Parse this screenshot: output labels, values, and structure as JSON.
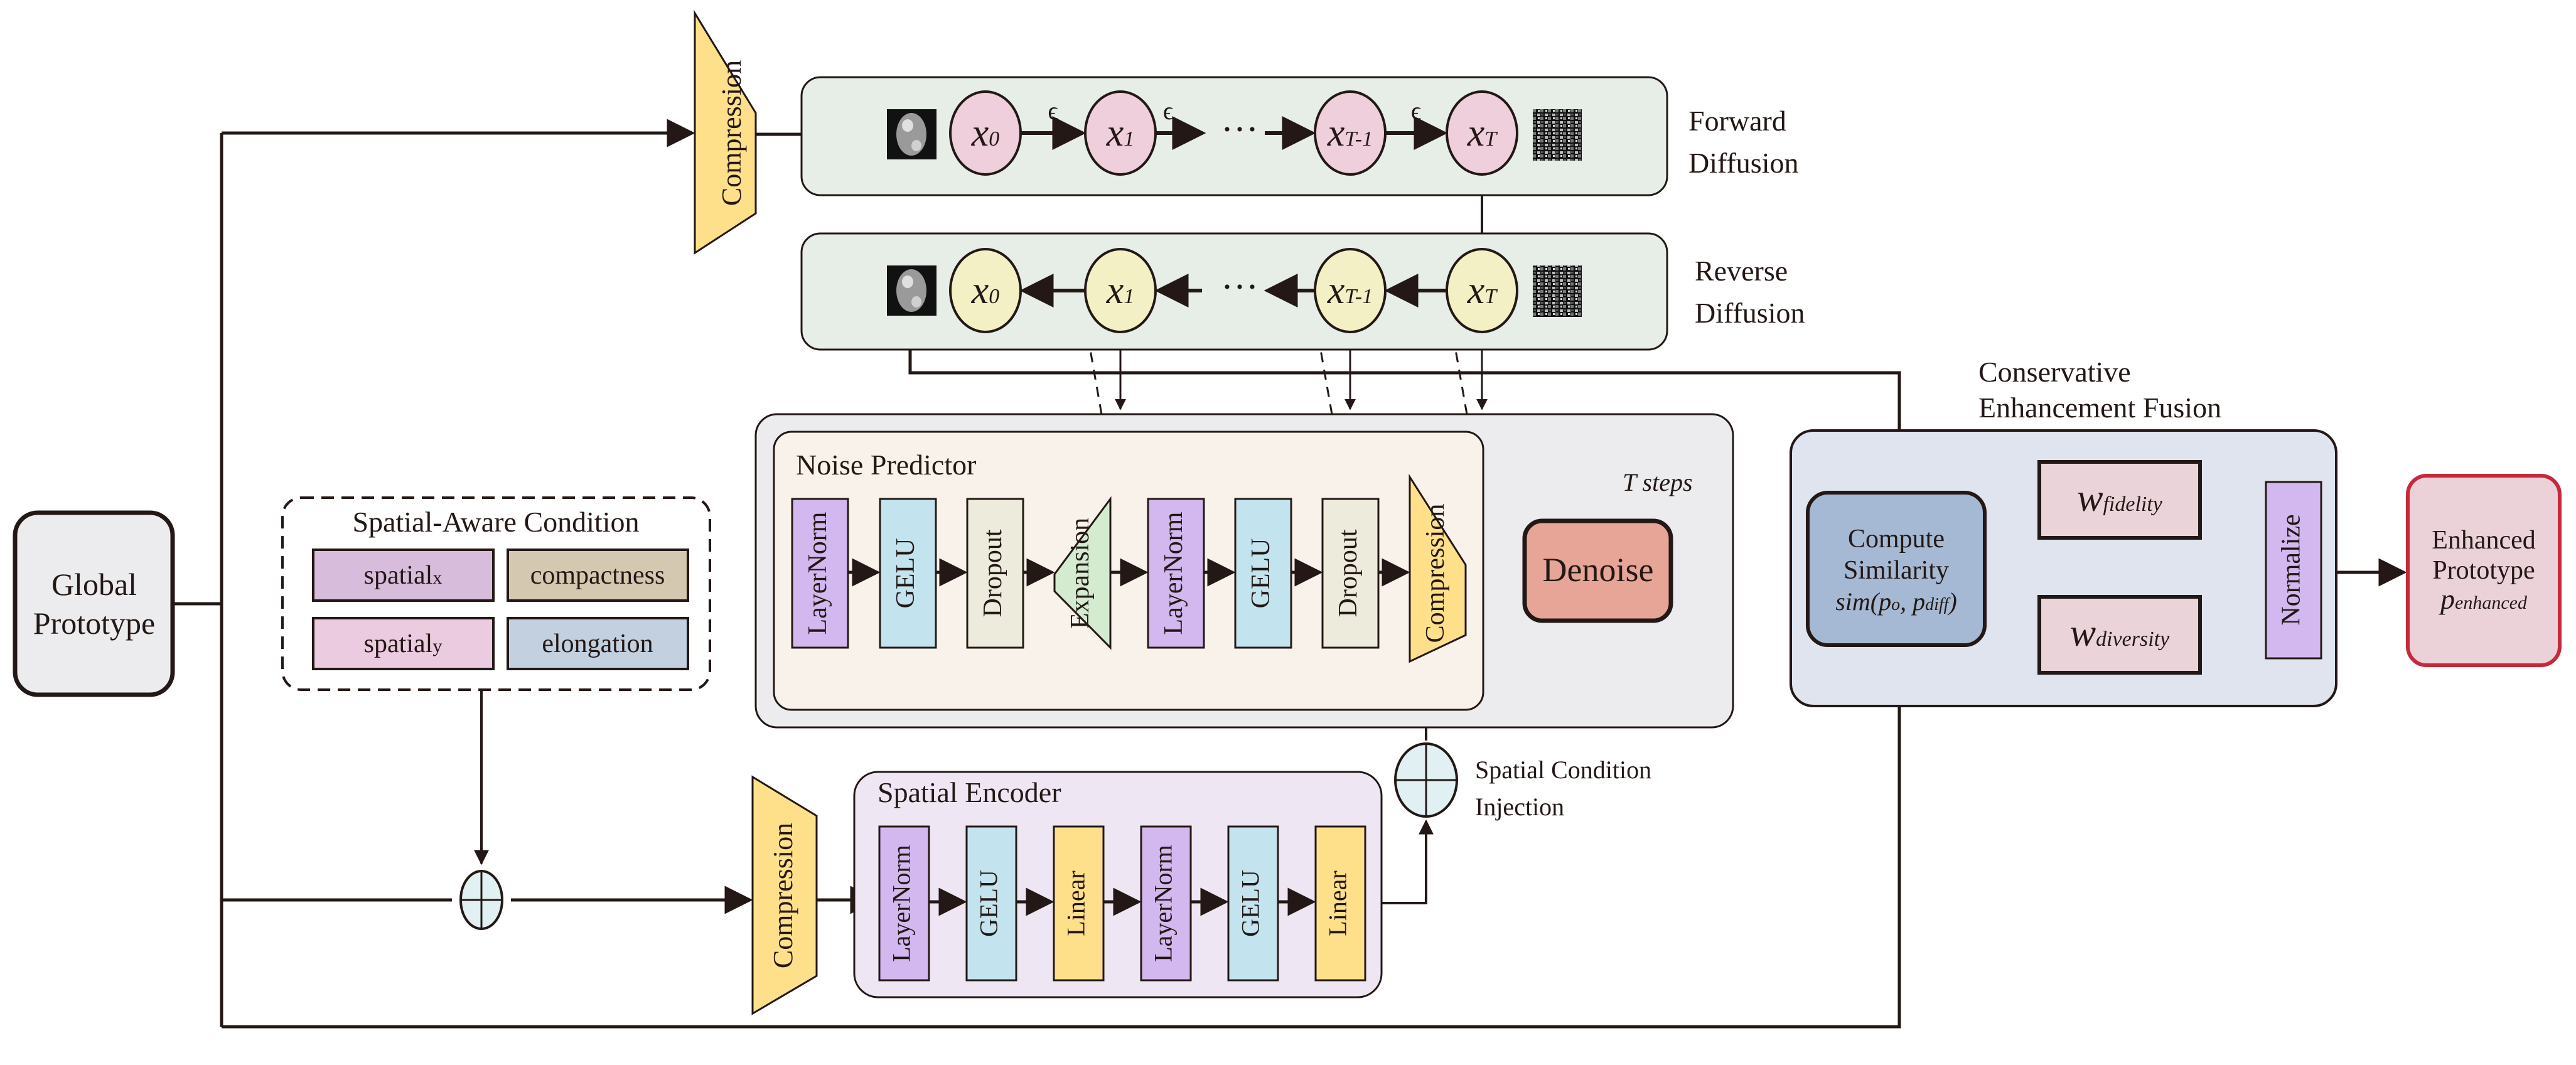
{
  "global_prototype": {
    "line1": "Global",
    "line2": "Prototype"
  },
  "forward": {
    "title_line1": "Forward",
    "title_line2": "Diffusion",
    "nodes": [
      {
        "base": "x",
        "sub": "0"
      },
      {
        "base": "x",
        "sub": "1"
      },
      {
        "base": "x",
        "sub": "T-1"
      },
      {
        "base": "x",
        "sub": "T"
      }
    ],
    "noise_label": "ϵ",
    "ellipsis": "···",
    "color": "#efcfdc"
  },
  "reverse": {
    "title_line1": "Reverse",
    "title_line2": "Diffusion",
    "nodes": [
      {
        "base": "x",
        "sub": "0"
      },
      {
        "base": "x",
        "sub": "1"
      },
      {
        "base": "x",
        "sub": "T-1"
      },
      {
        "base": "x",
        "sub": "T"
      }
    ],
    "ellipsis": "···",
    "color": "#f3f0c6"
  },
  "top_compression": {
    "label": "Compression"
  },
  "noise_predictor": {
    "title": "Noise Predictor",
    "layers": [
      {
        "label": "LayerNorm",
        "kind": "layernorm"
      },
      {
        "label": "GELU",
        "kind": "gelu"
      },
      {
        "label": "Dropout",
        "kind": "dropout"
      },
      {
        "label": "Expansion",
        "kind": "expansion"
      },
      {
        "label": "LayerNorm",
        "kind": "layernorm"
      },
      {
        "label": "GELU",
        "kind": "gelu"
      },
      {
        "label": "Dropout",
        "kind": "dropout"
      },
      {
        "label": "Compression",
        "kind": "compression"
      }
    ],
    "denoise_label": "Denoise",
    "steps_label": "T steps"
  },
  "spatial_condition": {
    "title": "Spatial-Aware Condition",
    "items": [
      {
        "label": "spatial",
        "sub": "x",
        "color": "#d7bcdc"
      },
      {
        "label": "compactness",
        "sub": "",
        "color": "#d4c8b0"
      },
      {
        "label": "spatial",
        "sub": "y",
        "color": "#ebcbdf"
      },
      {
        "label": "elongation",
        "sub": "",
        "color": "#c3d0e0"
      }
    ]
  },
  "spatial_encoder": {
    "title": "Spatial Encoder",
    "compression_label": "Compression",
    "layers": [
      {
        "label": "LayerNorm",
        "kind": "layernorm"
      },
      {
        "label": "GELU",
        "kind": "gelu"
      },
      {
        "label": "Linear",
        "kind": "linear"
      },
      {
        "label": "LayerNorm",
        "kind": "layernorm"
      },
      {
        "label": "GELU",
        "kind": "gelu"
      },
      {
        "label": "Linear",
        "kind": "linear"
      }
    ]
  },
  "injection": {
    "line1": "Spatial Condition",
    "line2": "Injection"
  },
  "fusion": {
    "title_line1": "Conservative",
    "title_line2": "Enhancement Fusion",
    "similarity": {
      "line1": "Compute",
      "line2": "Similarity",
      "formula_prefix": "sim(p",
      "formula_sub0": "o",
      "formula_mid": ", p",
      "formula_sub1": "diff",
      "formula_suffix": ")"
    },
    "w_fidelity": {
      "base": "w",
      "sub": "fidelity"
    },
    "w_diversity": {
      "base": "w",
      "sub": "diversity"
    },
    "normalize_label": "Normalize"
  },
  "enhanced": {
    "line1": "Enhanced",
    "line2": "Prototype",
    "base": "p",
    "sub": "enhanced"
  },
  "colors": {
    "layernorm": "#d3b8f0",
    "gelu": "#c3e3ef",
    "dropout": "#edebdc",
    "expansion": "#d4ebd0",
    "compression": "#ffe08a",
    "linear": "#ffe08a",
    "denoise": "#e6a597",
    "diffusion_box": "#e6eee7",
    "noise_outer": "#ececee",
    "noise_inner": "#f9f2ea",
    "encoder_box": "#efe6f3",
    "fusion_box": "#dfe4ef",
    "similarity": "#a5b9d4",
    "weight_box": "#ead4da",
    "normalize": "#d3b8f0",
    "enhanced_fill": "#ebd2d9",
    "enhanced_border": "#c8283b",
    "global_fill": "#ececee",
    "plus_fill": "#e1f0f2",
    "stroke": "#231815"
  }
}
